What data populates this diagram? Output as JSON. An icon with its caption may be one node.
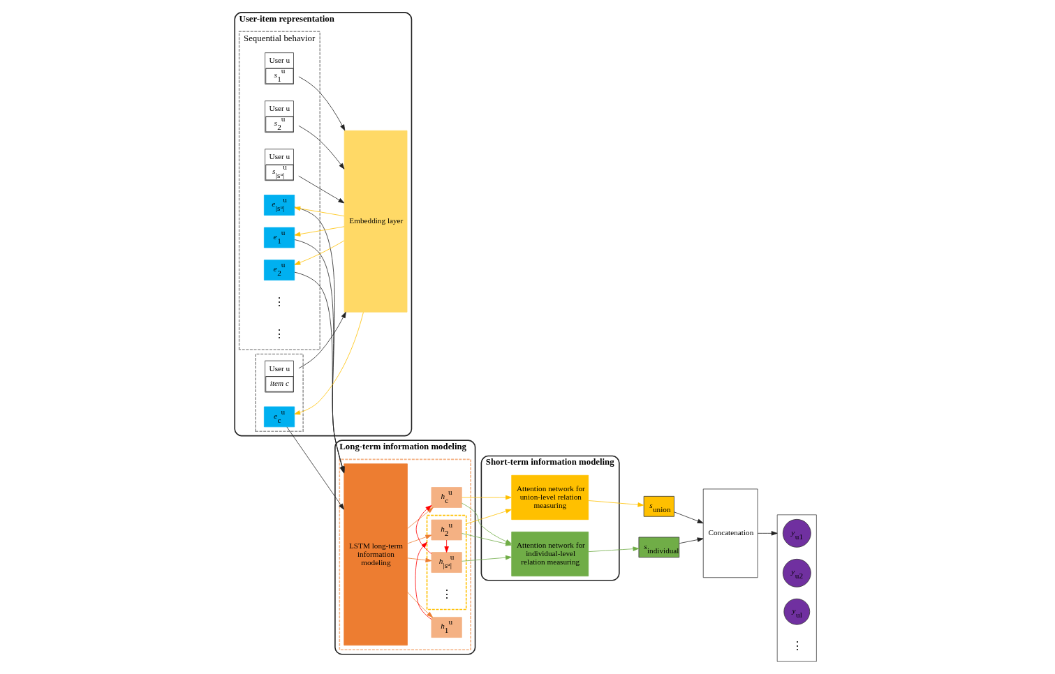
{
  "diagram": {
    "nodes": [
      {
        "text": [
          "User-item representation"
        ]
      },
      {
        "text": [
          "Sequential behavior"
        ],
        "in": 0
      },
      {
        "text": [
          "User u",
          "*s*$_{1}$$^{u}$"
        ],
        "in": 1
      },
      {
        "text": [
          "User u",
          "*s*$_{2}$$^{u}$"
        ],
        "in": 1
      },
      {
        "text": [
          "User u",
          "*s*$_{|sᵘ|}$$^{u}$"
        ],
        "in": 1
      },
      {
        "text": [],
        "shape": "box",
        "in": 0
      },
      {
        "text": [
          "User u",
          "*item c*"
        ],
        "in": 5
      },
      {
        "text": [
          "Embedding layer"
        ],
        "in": 0
      },
      {
        "text": [
          "*e*$_{1}$$^{u}$"
        ],
        "in": 1
      },
      {
        "text": [
          "*e*$_{2}$$^{u}$"
        ],
        "in": 1
      },
      {
        "text": [
          "*e*$_{|sᵘ|}$$^{u}$"
        ],
        "in": 1
      },
      {
        "text": [
          "*e*$_{c}$$^{u}$"
        ],
        "in": 5
      },
      {
        "text": [
          "Long-term information modeling"
        ]
      },
      {
        "text": [],
        "shape": "box",
        "in": 12
      },
      {
        "text": [
          "LSTM long-term information modeling"
        ],
        "in": 13
      },
      {
        "text": [
          "*h*$_{1}$$^{u}$"
        ],
        "in": 13
      },
      {
        "text": [],
        "shape": "box",
        "in": 13
      },
      {
        "text": [
          "*h*$_{2}$$^{u}$"
        ],
        "in": 16
      },
      {
        "text": [
          "*h*$_{|sᵘ|}$$^{u}$"
        ],
        "in": 16
      },
      {
        "text": [
          "*h*$_{c}$$^{u}$"
        ],
        "in": 13
      },
      {
        "text": [
          "Short-term information modeling"
        ]
      },
      {
        "text": [
          "Attention network for individual-level relation measuring"
        ],
        "in": 20
      },
      {
        "text": [
          "Attention network for union-level relation measuring"
        ],
        "in": 20
      },
      {
        "text": [
          "*s*$_{individual}$"
        ]
      },
      {
        "text": [
          "*s*$_{union}$"
        ]
      },
      {
        "text": [
          "Concatenation"
        ]
      },
      {
        "text": [],
        "shape": "box"
      },
      {
        "text": [
          "*y*$_{u1}$"
        ],
        "in": 26
      },
      {
        "text": [
          "*y*$_{u2}$"
        ],
        "in": 26
      },
      {
        "text": [
          "*y*$_{ul}$"
        ],
        "in": 26
      }
    ],
    "edges": [
      {
        "from": 2,
        "to": 7,
        "arrow": "to"
      },
      {
        "from": 3,
        "to": 7,
        "arrow": "to"
      },
      {
        "from": 4,
        "to": 7,
        "arrow": "to"
      },
      {
        "from": 6,
        "to": 7,
        "arrow": "to"
      },
      {
        "from": 7,
        "to": 8,
        "arrow": "to",
        "color": "#ffc000"
      },
      {
        "from": 7,
        "to": 9,
        "arrow": "to",
        "color": "#ffc000"
      },
      {
        "from": 7,
        "to": 10,
        "arrow": "to",
        "color": "#ffc000"
      },
      {
        "from": 7,
        "to": 11,
        "arrow": "to",
        "color": "#ffc000"
      },
      {
        "from": 8,
        "to": 14,
        "arrow": "to"
      },
      {
        "from": 9,
        "to": 14,
        "arrow": "to"
      },
      {
        "from": 10,
        "to": 14,
        "arrow": "to"
      },
      {
        "from": 11,
        "to": 14,
        "arrow": "to"
      },
      {
        "from": 14,
        "to": 15,
        "arrow": "to",
        "color": "#ed7d31"
      },
      {
        "from": 14,
        "to": 17,
        "arrow": "to",
        "color": "#ed7d31"
      },
      {
        "from": 14,
        "to": 18,
        "arrow": "to",
        "color": "#ed7d31"
      },
      {
        "from": 14,
        "to": 19,
        "arrow": "to",
        "color": "#ed7d31"
      },
      {
        "from": 15,
        "to": 16,
        "arrow": "to",
        "color": "#ff0000"
      },
      {
        "from": 17,
        "to": 18,
        "arrow": "to",
        "color": "#ff0000"
      },
      {
        "from": 18,
        "to": 19,
        "arrow": "to",
        "color": "#ff0000"
      },
      {
        "from": 17,
        "to": 21,
        "arrow": "to",
        "color": "#70ad47"
      },
      {
        "from": 18,
        "to": 21,
        "arrow": "to",
        "color": "#70ad47"
      },
      {
        "from": 19,
        "to": 21,
        "arrow": "to",
        "color": "#70ad47"
      },
      {
        "from": 16,
        "to": 22,
        "arrow": "to",
        "color": "#ffc000"
      },
      {
        "from": 19,
        "to": 22,
        "arrow": "to",
        "color": "#ffc000"
      },
      {
        "from": 21,
        "to": 23,
        "arrow": "to",
        "color": "#70ad47"
      },
      {
        "from": 22,
        "to": 24,
        "arrow": "to",
        "color": "#ffc000"
      },
      {
        "from": 23,
        "to": 25,
        "arrow": "to"
      },
      {
        "from": 24,
        "to": 25,
        "arrow": "to"
      },
      {
        "from": 25,
        "to": 26,
        "arrow": "to"
      }
    ],
    "labels": [
      "⋮",
      "⋮",
      "⋮",
      "⋮"
    ]
  }
}
